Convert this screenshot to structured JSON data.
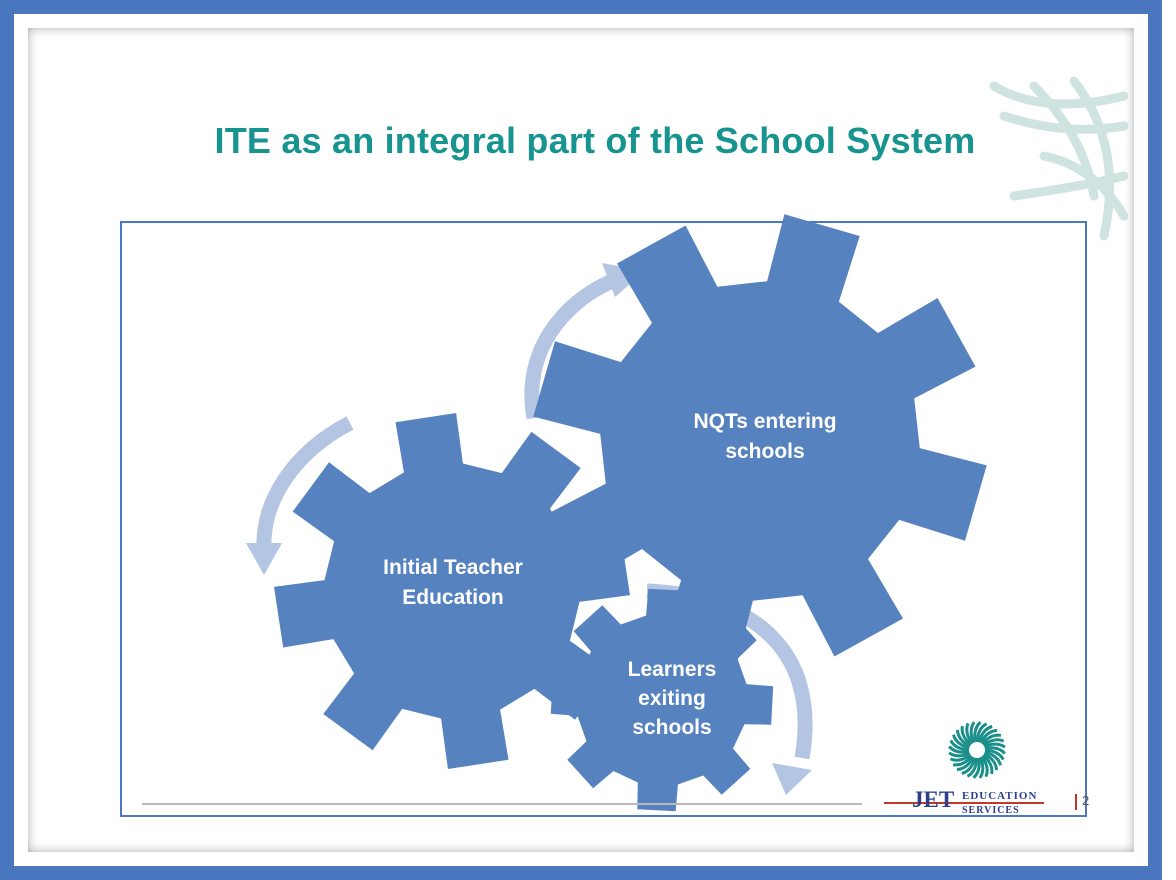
{
  "title": "ITE as an integral part of the School System",
  "gears": [
    {
      "id": "ite",
      "label_lines": [
        "Initial Teacher",
        "Education"
      ]
    },
    {
      "id": "nqt",
      "label_lines": [
        "NQTs entering",
        "schools"
      ]
    },
    {
      "id": "learners",
      "label_lines": [
        "Learners",
        "exiting",
        "schools"
      ]
    }
  ],
  "logo": {
    "brand": "JET",
    "line1": "EDUCATION",
    "line2": "SERVICES"
  },
  "page_number": "2",
  "colors": {
    "frame": "#4a76c0",
    "title": "#17948f",
    "gear": "#5683c0",
    "arrow": "#b3c5e2",
    "logo_teal": "#1a8f8a",
    "logo_text": "#2d3f8c",
    "logo_accent": "#c0392b"
  }
}
